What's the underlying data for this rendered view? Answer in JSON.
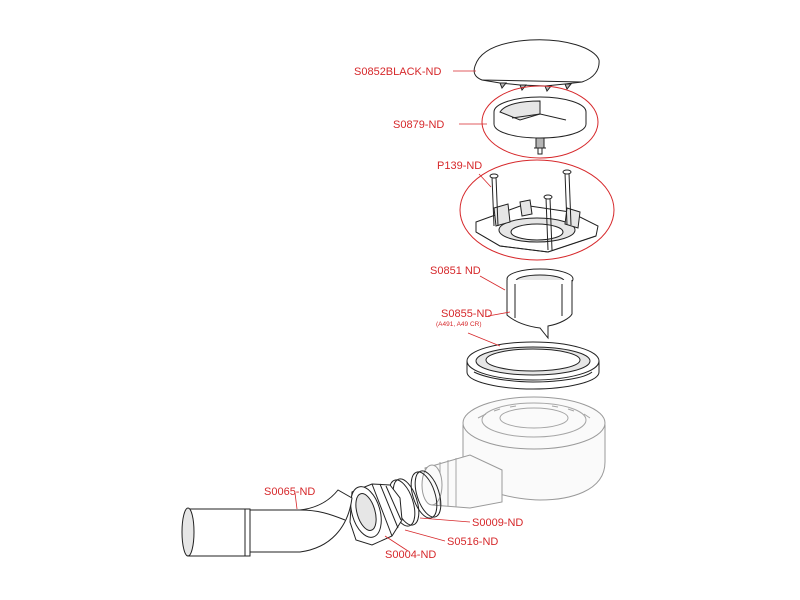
{
  "callouts": {
    "cap": "S0852BLACK-ND",
    "grate_insert": "S0879-ND",
    "screw_plate": "P139-ND",
    "cup": "S0851 ND",
    "seal_ring": "S0855-ND",
    "seal_ring_note": "(A491, A49 CR)",
    "elbow_pipe": "S0065-ND",
    "washer_a": "S0009-ND",
    "washer_b": "S0516-ND",
    "nut": "S0004-ND"
  },
  "colors": {
    "callout": "#d6282b",
    "outline": "#222222",
    "ghost": "#9a9a9a"
  }
}
